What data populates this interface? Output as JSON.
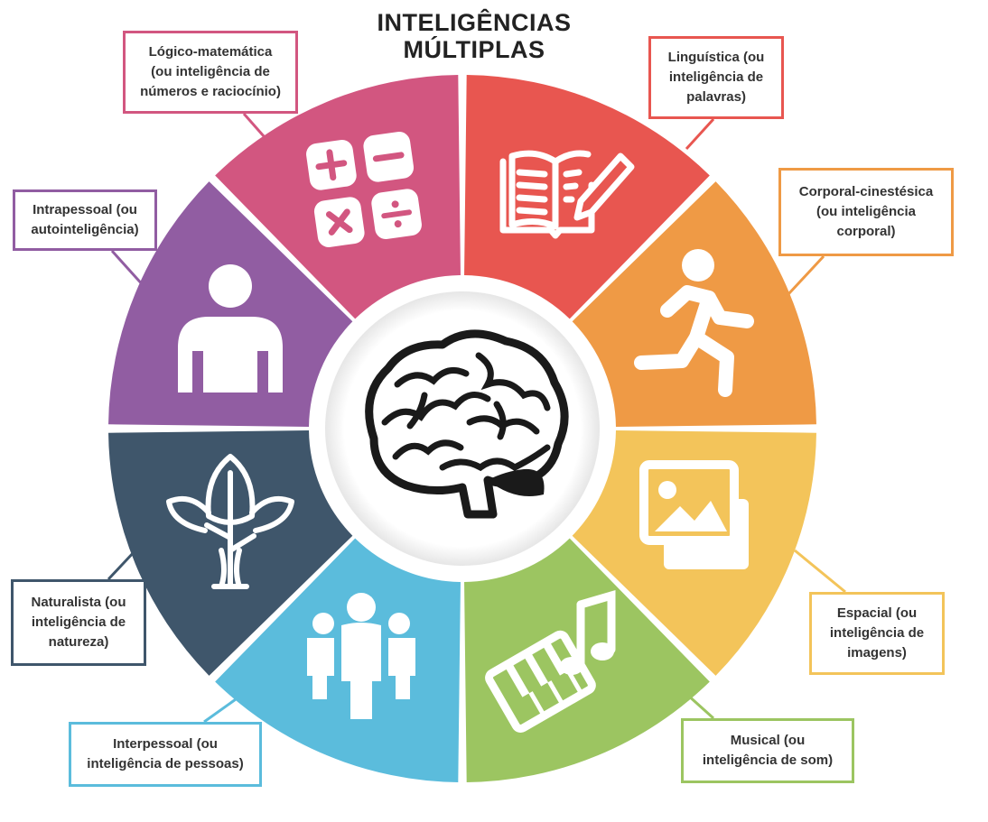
{
  "title": {
    "line1": "INTELIGÊNCIAS",
    "line2": "MÚLTIPLAS"
  },
  "segments": [
    {
      "key": "linguistica",
      "color": "#E85650",
      "icon": "book-pencil-icon",
      "lines": [
        "Linguística (ou",
        "inteligência de",
        "palavras)"
      ]
    },
    {
      "key": "corporal",
      "color": "#EF9A45",
      "icon": "running-person-icon",
      "lines": [
        "Corporal-cinestésica",
        "(ou inteligência",
        "corporal)"
      ]
    },
    {
      "key": "espacial",
      "color": "#F3C45A",
      "icon": "picture-icon",
      "lines": [
        "Espacial (ou",
        "inteligência de",
        "imagens)"
      ]
    },
    {
      "key": "musical",
      "color": "#9CC561",
      "icon": "piano-music-note-icon",
      "lines": [
        "Musical (ou",
        "inteligência de som)"
      ]
    },
    {
      "key": "interpessoal",
      "color": "#5BBCDC",
      "icon": "group-people-icon",
      "lines": [
        "Interpessoal (ou",
        "inteligência de pessoas)"
      ]
    },
    {
      "key": "naturalista",
      "color": "#3F566B",
      "icon": "tree-icon",
      "lines": [
        "Naturalista (ou",
        "inteligência de",
        "natureza)"
      ]
    },
    {
      "key": "intrapessoal",
      "color": "#915DA2",
      "icon": "person-icon",
      "lines": [
        "Intrapessoal (ou",
        "autointeligência)"
      ]
    },
    {
      "key": "logico",
      "color": "#D25680",
      "icon": "calculator-operations-icon",
      "lines": [
        "Lógico-matemática",
        "(ou inteligência de",
        "números e raciocínio)"
      ]
    }
  ],
  "center_icon": "brain-icon"
}
